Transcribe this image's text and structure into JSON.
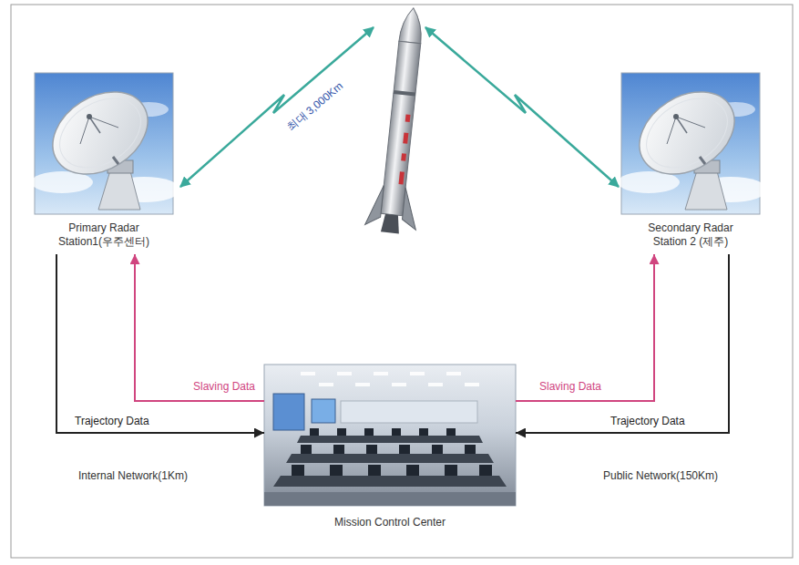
{
  "diagram": {
    "nodes": [
      {
        "text": [
          "Primary Radar Station1(우주센터)"
        ]
      },
      {
        "text": [
          "Secondary Radar Station 2 (제주)"
        ]
      },
      {
        "text": [
          "Mission Control Center"
        ]
      }
    ],
    "edges": [
      {
        "from": 2,
        "to": 0,
        "arrow": "to",
        "label": "Slaving Data"
      },
      {
        "from": 0,
        "to": 2,
        "arrow": "to",
        "label": "Trajectory Data"
      },
      {
        "from": 2,
        "to": 1,
        "arrow": "to",
        "label": "Slaving Data"
      },
      {
        "from": 1,
        "to": 2,
        "arrow": "to",
        "label": "Trajectory Data"
      }
    ],
    "labels": [
      "최대 3,000Km",
      "Internal Network(1Km)",
      "Public Network(150Km)"
    ]
  }
}
